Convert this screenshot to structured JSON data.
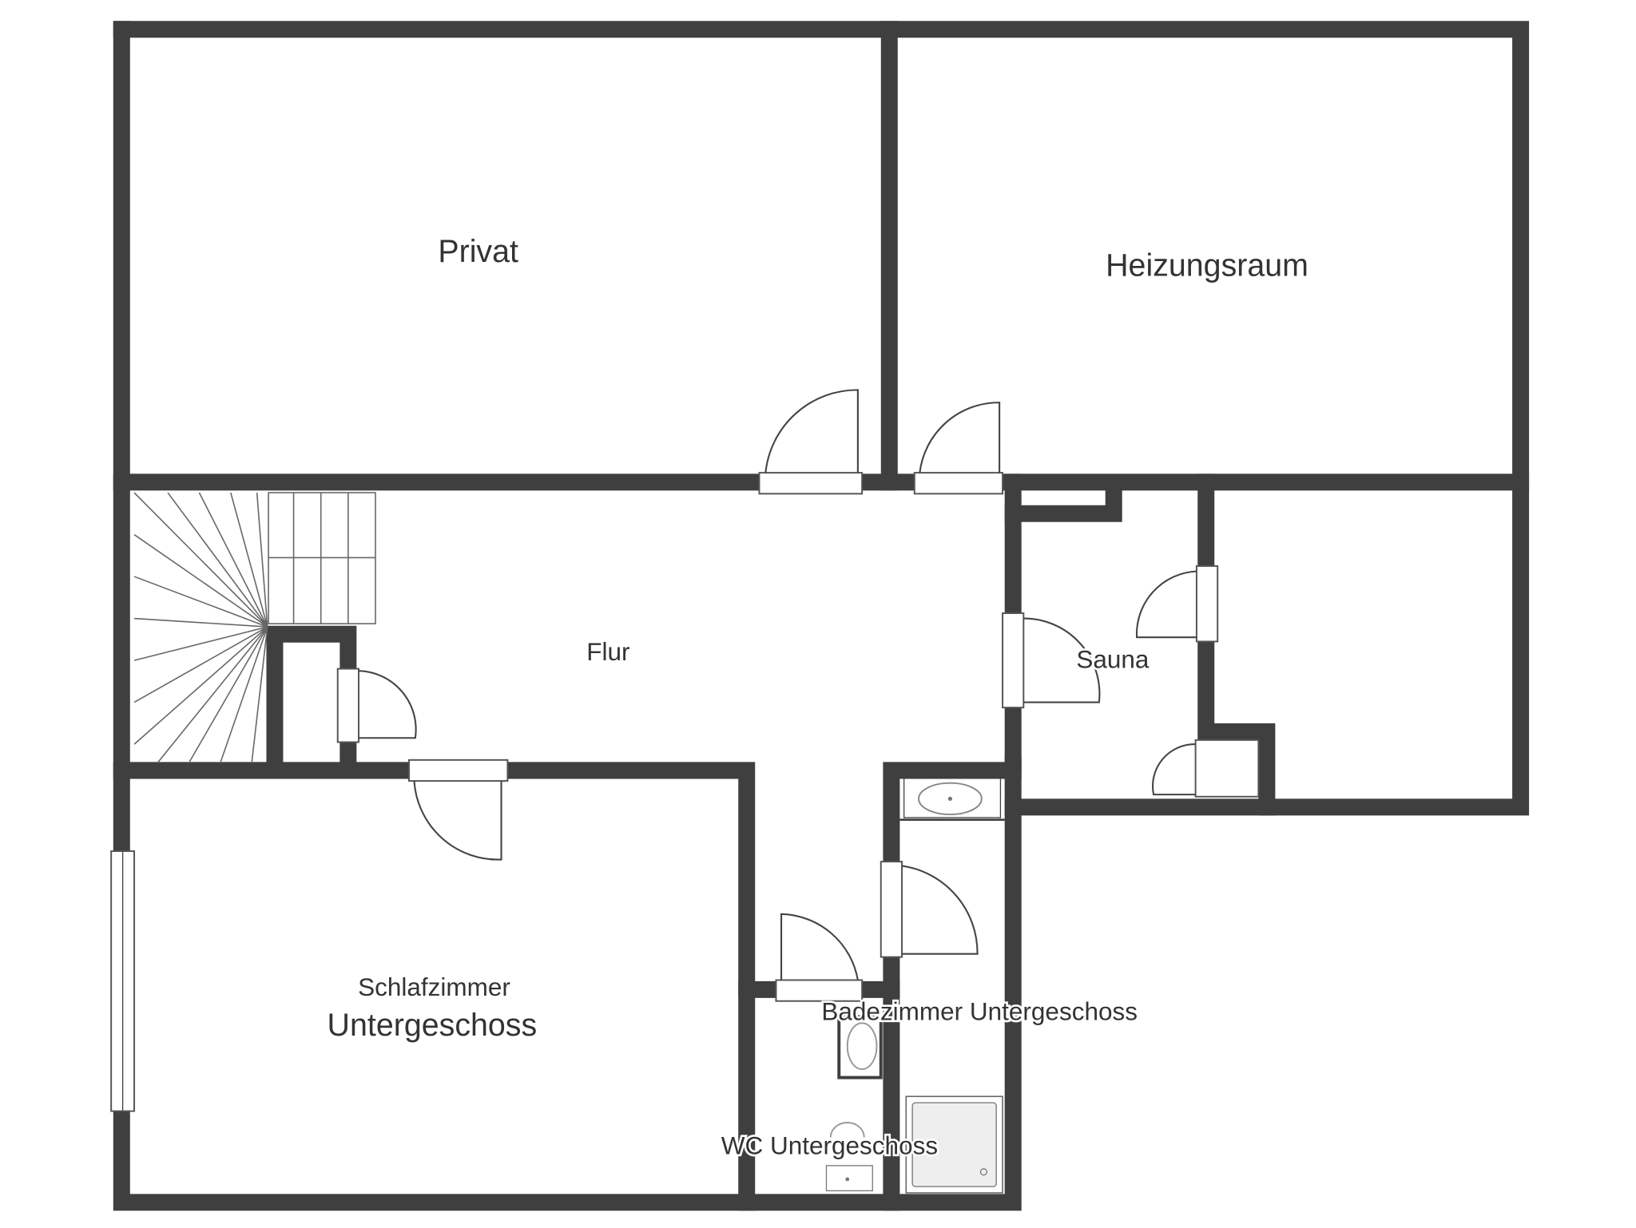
{
  "plan": {
    "rooms": {
      "privat": "Privat",
      "heizungsraum": "Heizungsraum",
      "flur": "Flur",
      "sauna": "Sauna",
      "schlafzimmer_line1": "Schlafzimmer",
      "schlafzimmer_line2": "Untergeschoss",
      "badezimmer": "Badezimmer Untergeschoss",
      "wc": "WC Untergeschoss"
    },
    "colors": {
      "wall": "#3f3f3f",
      "background": "#ffffff"
    }
  }
}
